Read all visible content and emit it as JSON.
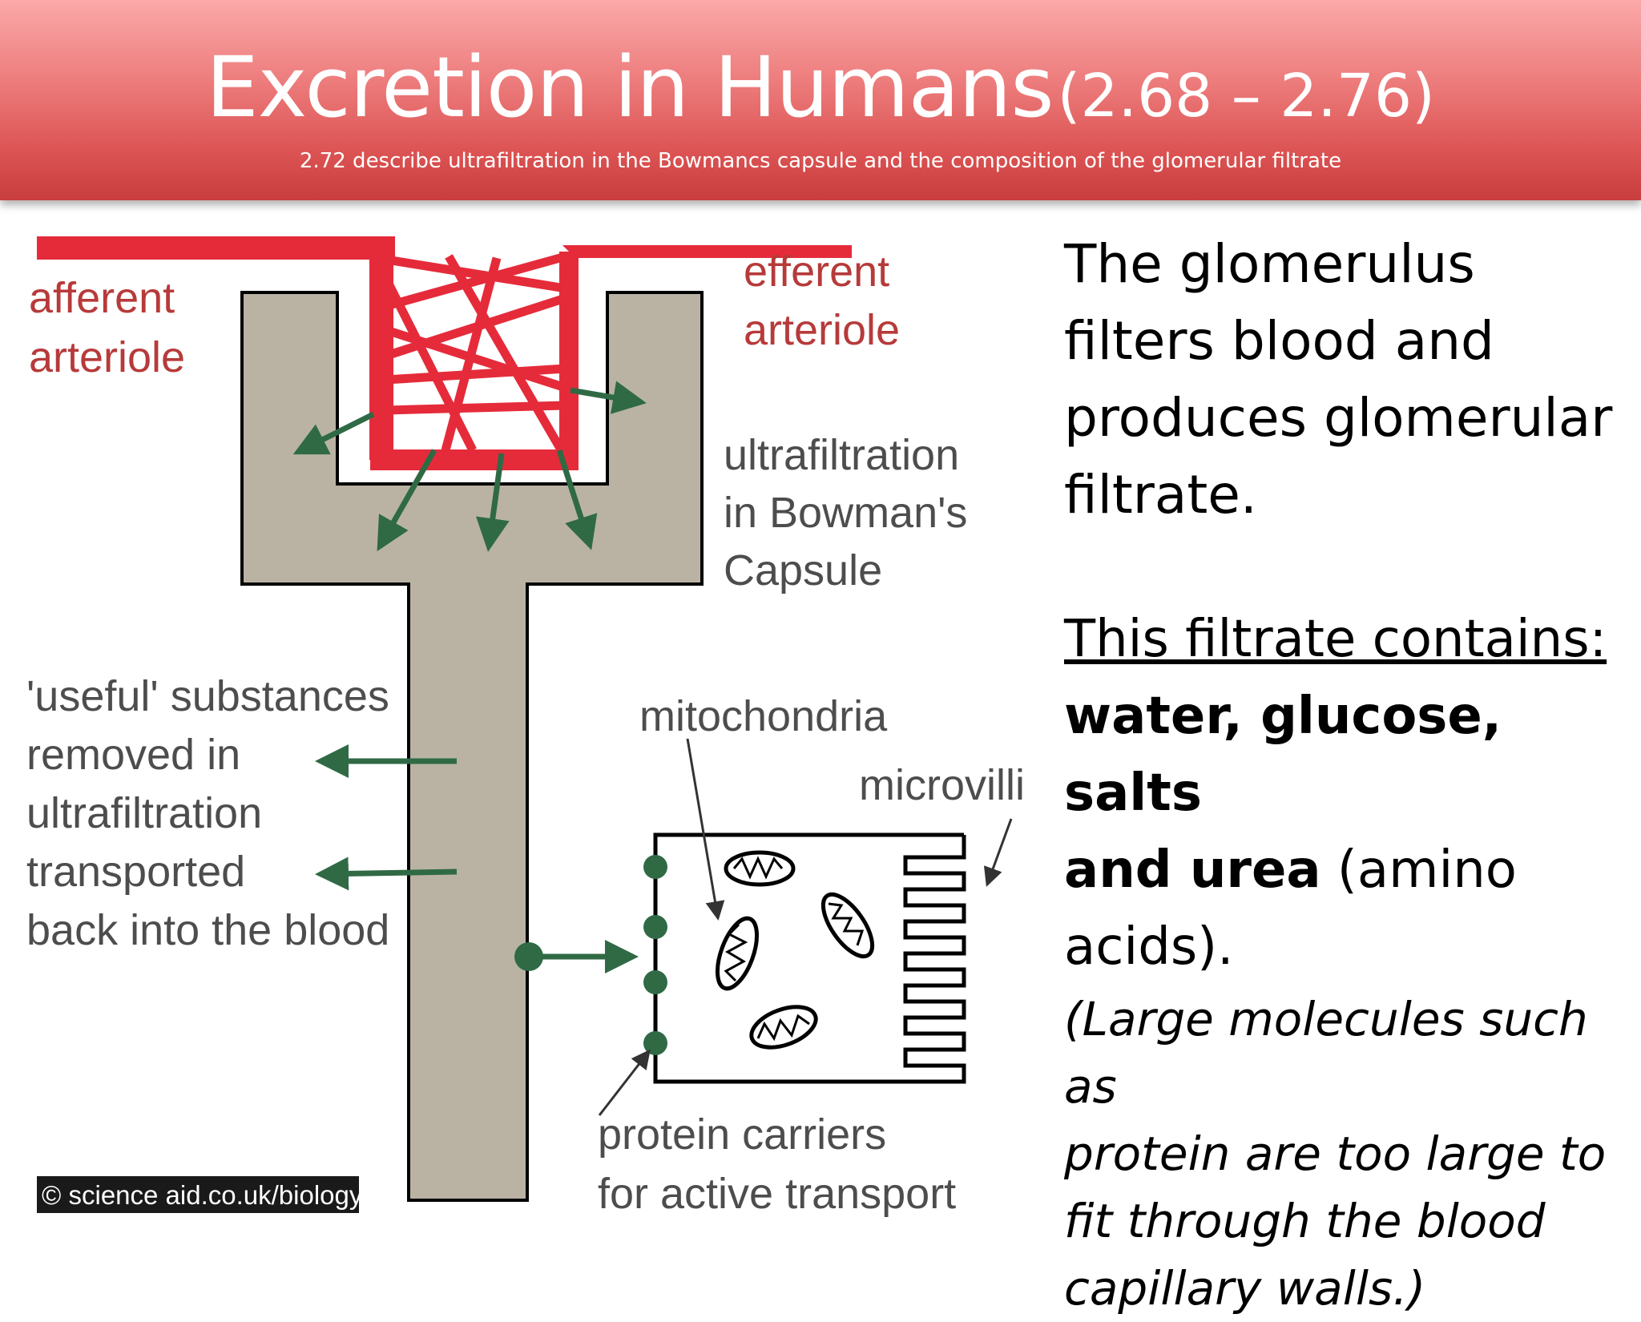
{
  "header": {
    "title": "Excretion in Humans",
    "title_range": "(2.68 – 2.76)",
    "subtitle": "2.72 describe ultrafiltration in the Bowmancs capsule and the composition of the glomerular filtrate"
  },
  "diagram": {
    "labels": {
      "afferent_line1": "afferent",
      "afferent_line2": "arteriole",
      "efferent_line1": "efferent",
      "efferent_line2": "arteriole",
      "ultra_line1": "ultrafiltration",
      "ultra_line2": "in Bowman's",
      "ultra_line3": "Capsule",
      "useful_line1": "'useful' substances",
      "useful_line2": "removed in",
      "useful_line3": "ultrafiltration",
      "useful_line4": "transported",
      "useful_line5": "back into the blood",
      "mitochondria": "mitochondria",
      "microvilli": "microvilli",
      "carriers_line1": "protein carriers",
      "carriers_line2": "for active transport",
      "credit": "© science aid.co.uk/biology"
    },
    "colors": {
      "capillary": "#e52b3a",
      "tubule": "#bab3a4",
      "arrow": "#2f6a45",
      "label_red": "#b73a3a",
      "label_grey": "#4d4d4d"
    }
  },
  "text": {
    "intro_line1": "The glomerulus",
    "intro_line2": "filters blood and",
    "intro_line3": "produces glomerular",
    "intro_line4": "filtrate.",
    "contains_heading": "This filtrate contains:",
    "contains_bold_line1": "water, glucose, salts",
    "contains_bold_line2": "and urea",
    "contains_rest": " (amino",
    "contains_line3": "acids).",
    "note_line1": "Large molecules such as",
    "note_line2": "protein are too large to",
    "note_line3": "fit through the blood",
    "note_line4": "capillary walls.)",
    "note_open": "("
  }
}
